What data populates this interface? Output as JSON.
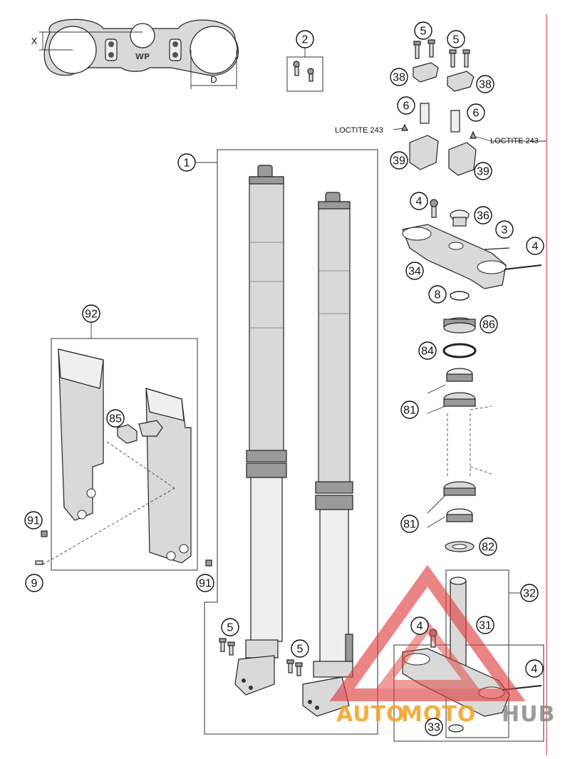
{
  "labels": {
    "n1": "1",
    "n2": "2",
    "n3": "3",
    "n4a": "4",
    "n4b": "4",
    "n4c": "4",
    "n4d": "4",
    "n5a": "5",
    "n5b": "5",
    "n5c": "5",
    "n5d": "5",
    "n6a": "6",
    "n6b": "6",
    "n8": "8",
    "n9": "9",
    "n31": "31",
    "n32": "32",
    "n33": "33",
    "n34": "34",
    "n36": "36",
    "n38a": "38",
    "n38b": "38",
    "n39a": "39",
    "n39b": "39",
    "n81a": "81",
    "n81b": "81",
    "n82": "82",
    "n84": "84",
    "n85": "85",
    "n86": "86",
    "n91a": "91",
    "n91b": "91",
    "n92": "92"
  },
  "loctite_left": "LOCTITE 243",
  "loctite_right": "LOCTITE 243",
  "dim_x": "X",
  "dim_d": "D",
  "clamp_logo": "WP",
  "watermark": {
    "part1": "AUTO",
    "part2": "MOTO",
    "part3": "HUB",
    "colors": {
      "orange": "#f0a020",
      "red": "#e03030",
      "gray": "#8a8a8a",
      "triangle": "#e04040"
    }
  }
}
